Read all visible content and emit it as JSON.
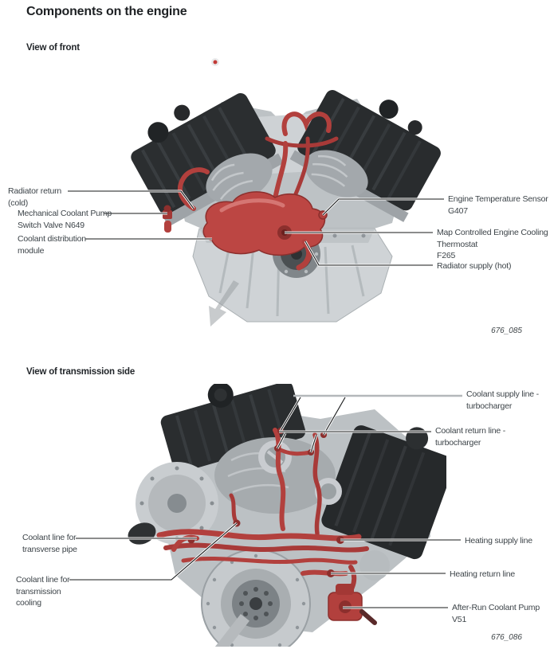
{
  "page": {
    "title": "Components on the engine",
    "figures": {
      "front": {
        "heading": "View of front",
        "figure_number": "676_085",
        "labels": {
          "radiator_return": "Radiator return\n(cold)",
          "pump_switch_valve": "Mechanical Coolant Pump\nSwitch Valve N649",
          "coolant_distribution": "Coolant distribution\nmodule",
          "engine_temp_sensor": "Engine Temperature Sensor\nG407",
          "map_thermostat": "Map Controlled Engine Cooling\nThermostat\nF265",
          "radiator_supply": "Radiator supply (hot)"
        }
      },
      "transmission": {
        "heading": "View of transmission side",
        "figure_number": "676_086",
        "labels": {
          "coolant_supply_turbo": "Coolant supply line -\nturbocharger",
          "coolant_return_turbo": "Coolant return line -\nturbocharger",
          "heating_supply": "Heating supply line",
          "heating_return": "Heating return line",
          "after_run_pump": "After-Run Coolant Pump\nV51",
          "transverse_pipe": "Coolant line for\ntransverse pipe",
          "transmission_cooling": "Coolant line for\ntransmission\ncooling"
        }
      }
    },
    "colors": {
      "accent_red": "#b2403d",
      "accent_red_dark": "#8c2f2d",
      "engine_dark": "#2a2d2f",
      "engine_silver": "#c6cacd",
      "text": "#3d4449",
      "leader_line": "#17191a",
      "leader_gray": "#b4b8bb"
    }
  }
}
